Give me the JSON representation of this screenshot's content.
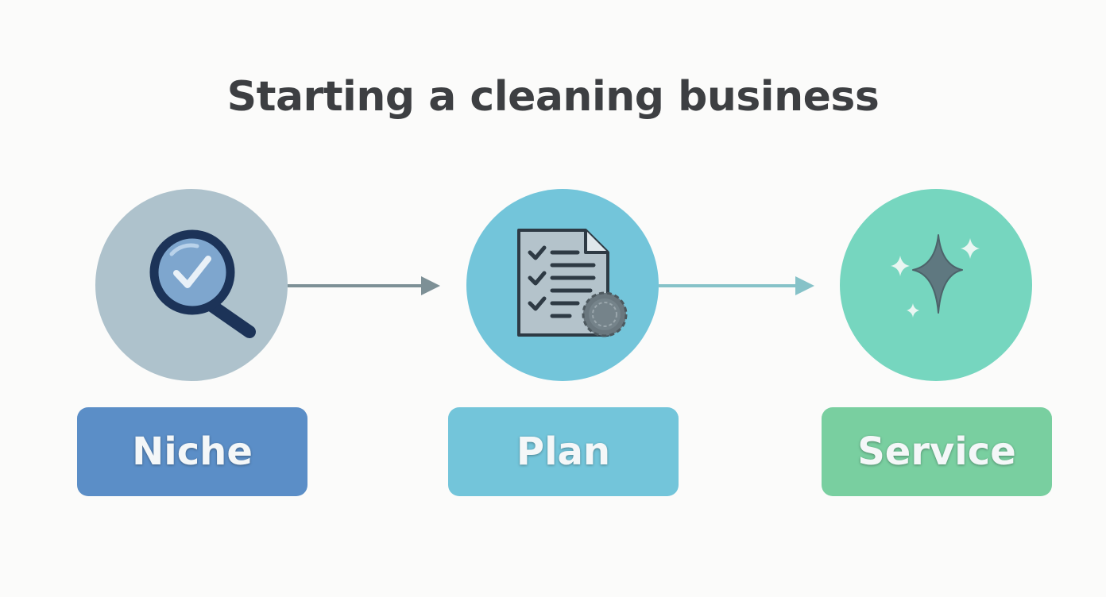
{
  "title": "Starting a cleaning business",
  "steps": [
    {
      "label": "Niche",
      "icon": "magnifier-check-icon",
      "circle_color": "#aec2cc",
      "label_color": "#5b8ec7"
    },
    {
      "label": "Plan",
      "icon": "checklist-document-gear-icon",
      "circle_color": "#73c5da",
      "label_color": "#73c5da"
    },
    {
      "label": "Service",
      "icon": "sparkle-icon",
      "circle_color": "#76d6bf",
      "label_color": "#79cfa0"
    }
  ],
  "arrows": [
    {
      "from": "Niche",
      "to": "Plan",
      "color": "#7d9096"
    },
    {
      "from": "Plan",
      "to": "Service",
      "color": "#86c2c8"
    }
  ]
}
